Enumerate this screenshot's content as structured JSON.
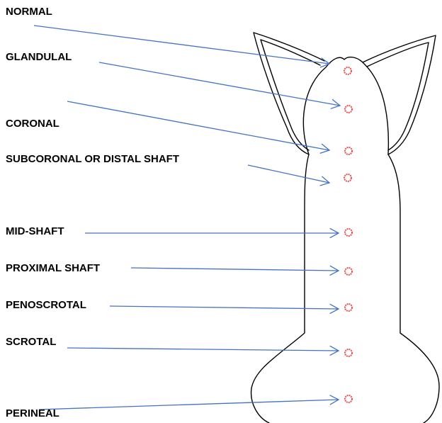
{
  "diagram": {
    "labels": [
      "NORMAL",
      "GLANDULAL",
      "CORONAL",
      "SUBCORONAL OR DISTAL SHAFT",
      "MID-SHAFT",
      "PROXIMAL SHAFT",
      "PENOSCROTAL",
      "SCROTAL",
      "PERINEAL"
    ]
  },
  "colors": {
    "arrow": "#4472C4",
    "marker": "#E8504F",
    "outline": "#000000",
    "text": "#000000"
  },
  "icons": {
    "marker": "circle-marker-icon",
    "arrowhead": "arrowhead-icon"
  }
}
